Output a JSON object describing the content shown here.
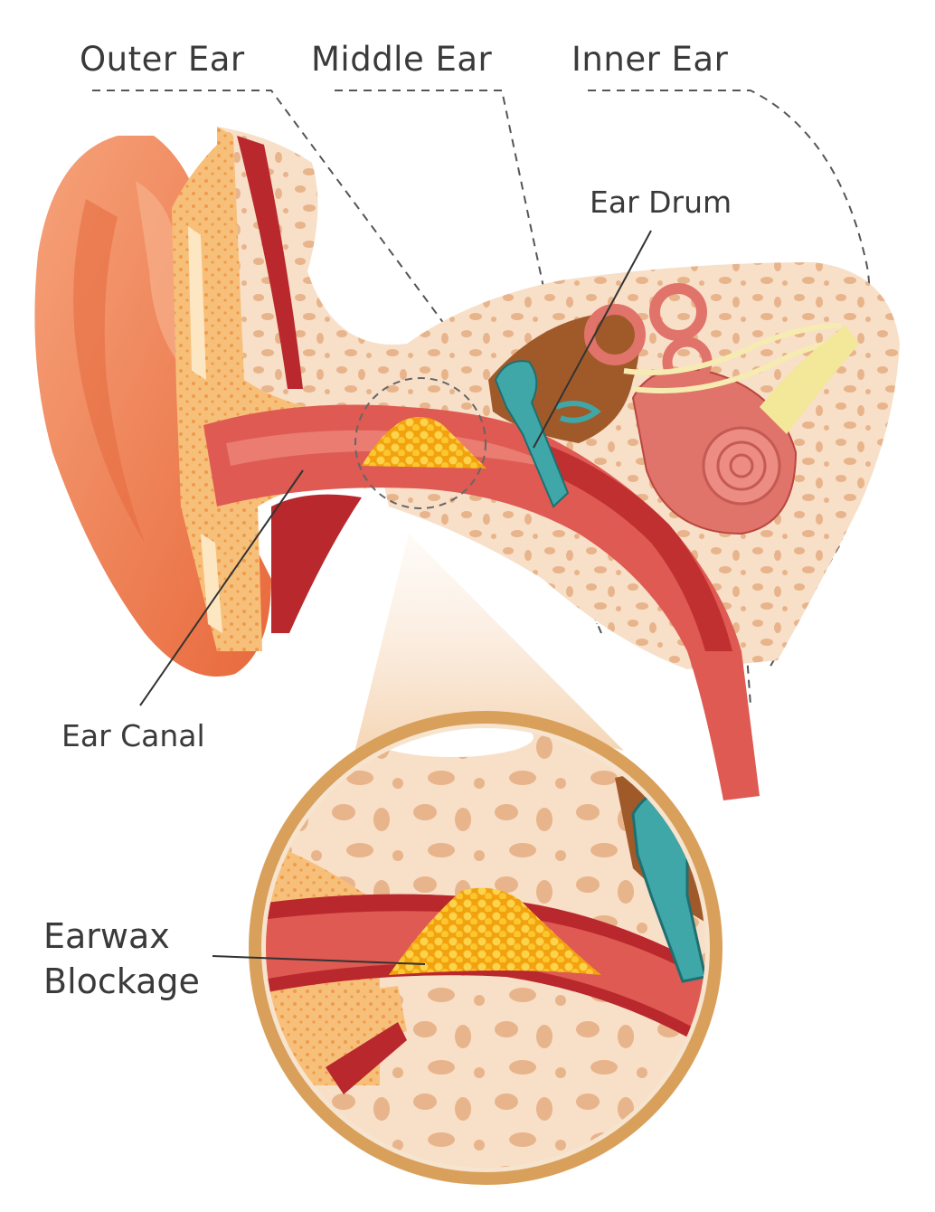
{
  "labels": {
    "outer_ear": "Outer Ear",
    "middle_ear": "Middle Ear",
    "inner_ear": "Inner Ear",
    "ear_drum": "Ear Drum",
    "ear_canal": "Ear Canal",
    "earwax_line1": "Earwax",
    "earwax_line2": "Blockage"
  },
  "colors": {
    "skin": "#f08a5d",
    "skin_dark": "#e06a3f",
    "cartilage": "#f7c27a",
    "bone": "#f7dcc4",
    "bone_holes": "#e9b58c",
    "canal": "#d9534f",
    "muscle": "#b8282c",
    "earwax": "#f5b21b",
    "ossicle": "#3fa7a8",
    "cochlea": "#e0736a",
    "nerve": "#f3e79a",
    "magnifier_ring": "#d9a05b",
    "text": "#3a3a3a"
  }
}
